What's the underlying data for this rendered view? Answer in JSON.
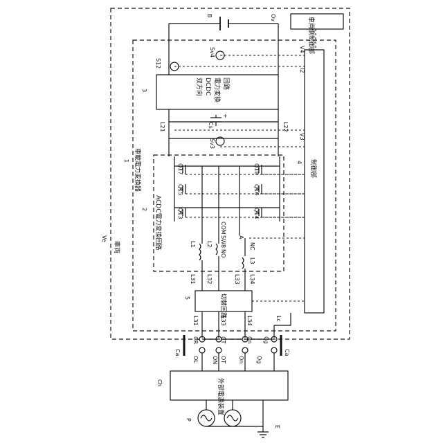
{
  "labels": {
    "battery": "B",
    "vehicle_control_unit": "車両側制御部",
    "sensor_s12": "S12",
    "sensor_sv4": "Sv4",
    "sensor_v4": "V4",
    "sensor_i2": "I2",
    "num_3": "3",
    "ddc_line1": "双方向",
    "ddc_line2": "DCDC",
    "ddc_line3": "電力変換",
    "ddc_line4": "回路",
    "l21": "L21",
    "l22": "L22",
    "cs": "Cs",
    "sv3": "Sv3",
    "v3": "V3",
    "plus": "+",
    "num_1": "1",
    "onboard_converter": "車載電力変換器",
    "num_4": "4",
    "controller": "制御部",
    "q17": "Q17",
    "q18": "Q18",
    "q15": "Q15",
    "q16": "Q16",
    "q13": "Q13",
    "q14": "Q14",
    "num_2": "2",
    "acdc": "ACDC電力変換回路",
    "com": "COM",
    "sw8": "SW8",
    "no": "NO",
    "nc": "NC",
    "a": "A",
    "l1": "L1",
    "l2": "L2",
    "l3": "L3",
    "ve": "Ve",
    "vehicle": "車両",
    "l31": "L31",
    "l32": "L32",
    "l33": "L33",
    "l34": "L34",
    "num_5": "5",
    "switch_circuit": "切替回路",
    "lc": "Lc",
    "cr": "CR",
    "ct": "CT",
    "cn": "Cn",
    "cg": "Cg",
    "ca_left": "Ca",
    "ca_right": "Ca",
    "ol": "OL",
    "on": "ON",
    "ot": "OT",
    "on2": "On",
    "og": "Og",
    "ch": "Ch",
    "ext_power": "外部電源装置",
    "p": "P",
    "e": "E",
    "ov": "Ov"
  }
}
